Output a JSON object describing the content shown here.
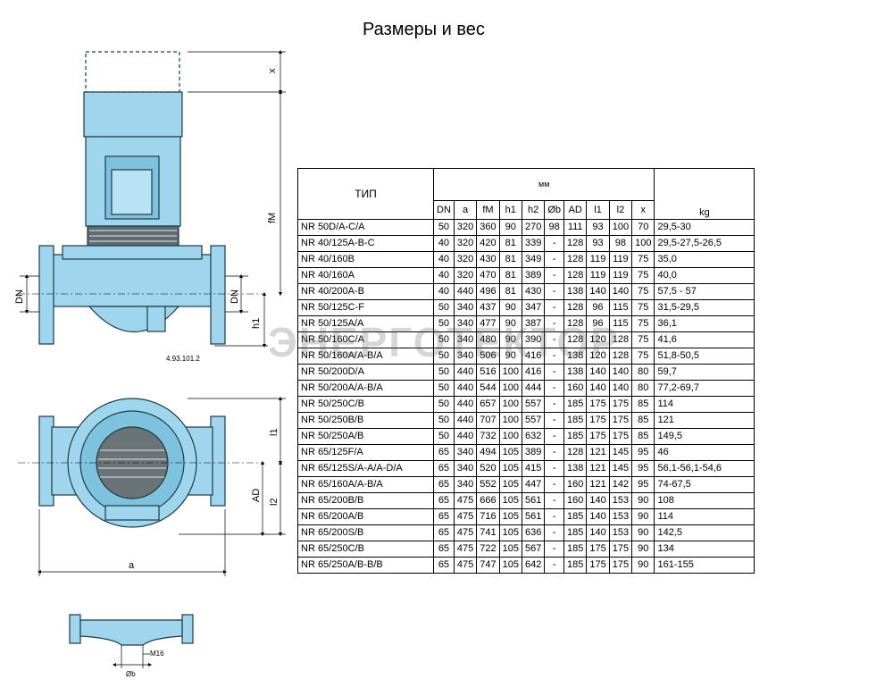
{
  "title": "Размеры и вес",
  "watermark": "ЭНЕРГОТЕКТОР",
  "drawing": {
    "label_x": "x",
    "label_fm": "fM",
    "label_dn_left": "DN",
    "label_dn_right": "DN",
    "label_h1": "h1",
    "label_ref": "4.93.101.2",
    "label_l1": "l1",
    "label_l2": "l2",
    "label_ad": "AD",
    "label_a": "a",
    "label_m16": "M16",
    "label_ob": "Øb"
  },
  "colors": {
    "pump_body": "#9fd6ee",
    "outline": "#1d3b47"
  },
  "table": {
    "type_header": "ТИП",
    "unit_mm": "мм",
    "unit_kg": "kg",
    "columns": [
      "DN",
      "a",
      "fM",
      "h1",
      "h2",
      "Øb",
      "AD",
      "l1",
      "l2",
      "x"
    ],
    "rows": [
      [
        "NR 50D/A-C/A",
        "50",
        "320",
        "360",
        "90",
        "270",
        "98",
        "111",
        "93",
        "100",
        "70",
        "29,5-30"
      ],
      [
        "NR 40/125A-B-C",
        "40",
        "320",
        "420",
        "81",
        "339",
        "-",
        "128",
        "93",
        "98",
        "100",
        "29,5-27,5-26,5"
      ],
      [
        "NR 40/160B",
        "40",
        "320",
        "430",
        "81",
        "349",
        "-",
        "128",
        "119",
        "119",
        "75",
        "35,0"
      ],
      [
        "NR 40/160A",
        "40",
        "320",
        "470",
        "81",
        "389",
        "-",
        "128",
        "119",
        "119",
        "75",
        "40,0"
      ],
      [
        "NR 40/200A-B",
        "40",
        "440",
        "496",
        "81",
        "430",
        "-",
        "138",
        "140",
        "140",
        "75",
        "57,5 - 57"
      ],
      [
        "NR 50/125C-F",
        "50",
        "340",
        "437",
        "90",
        "347",
        "-",
        "128",
        "96",
        "115",
        "75",
        "31,5-29,5"
      ],
      [
        "NR 50/125A/A",
        "50",
        "340",
        "477",
        "90",
        "387",
        "-",
        "128",
        "96",
        "115",
        "75",
        "36,1"
      ],
      [
        "NR 50/160C/A",
        "50",
        "340",
        "480",
        "90",
        "390",
        "-",
        "128",
        "120",
        "128",
        "75",
        "41,6"
      ],
      [
        "NR 50/160A/A-B/A",
        "50",
        "340",
        "506",
        "90",
        "416",
        "-",
        "138",
        "120",
        "128",
        "75",
        "51,8-50,5"
      ],
      [
        "NR 50/200D/A",
        "50",
        "440",
        "516",
        "100",
        "416",
        "-",
        "138",
        "140",
        "140",
        "80",
        "59,7"
      ],
      [
        "NR 50/200A/A-B/A",
        "50",
        "440",
        "544",
        "100",
        "444",
        "-",
        "160",
        "140",
        "140",
        "80",
        "77,2-69,7"
      ],
      [
        "NR 50/250C/B",
        "50",
        "440",
        "657",
        "100",
        "557",
        "-",
        "185",
        "175",
        "175",
        "85",
        "114"
      ],
      [
        "NR 50/250B/B",
        "50",
        "440",
        "707",
        "100",
        "557",
        "-",
        "185",
        "175",
        "175",
        "85",
        "121"
      ],
      [
        "NR 50/250A/B",
        "50",
        "440",
        "732",
        "100",
        "632",
        "-",
        "185",
        "175",
        "175",
        "85",
        "149,5"
      ],
      [
        "NR 65/125F/A",
        "65",
        "340",
        "494",
        "105",
        "389",
        "-",
        "128",
        "121",
        "145",
        "95",
        "46"
      ],
      [
        "NR 65/125S/A-A/A-D/A",
        "65",
        "340",
        "520",
        "105",
        "415",
        "-",
        "138",
        "121",
        "145",
        "95",
        "56,1-56,1-54,6"
      ],
      [
        "NR 65/160A/A-B/A",
        "65",
        "340",
        "552",
        "105",
        "447",
        "-",
        "160",
        "121",
        "142",
        "95",
        "74-67,5"
      ],
      [
        "NR 65/200B/B",
        "65",
        "475",
        "666",
        "105",
        "561",
        "-",
        "160",
        "140",
        "153",
        "90",
        "108"
      ],
      [
        "NR 65/200A/B",
        "65",
        "475",
        "716",
        "105",
        "561",
        "-",
        "185",
        "140",
        "153",
        "90",
        "114"
      ],
      [
        "NR 65/200S/B",
        "65",
        "475",
        "741",
        "105",
        "636",
        "-",
        "185",
        "140",
        "153",
        "90",
        "142,5"
      ],
      [
        "NR 65/250C/B",
        "65",
        "475",
        "722",
        "105",
        "567",
        "-",
        "185",
        "175",
        "175",
        "90",
        "134"
      ],
      [
        "NR 65/250A/B-B/B",
        "65",
        "475",
        "747",
        "105",
        "642",
        "-",
        "185",
        "175",
        "175",
        "90",
        "161-155"
      ]
    ]
  }
}
